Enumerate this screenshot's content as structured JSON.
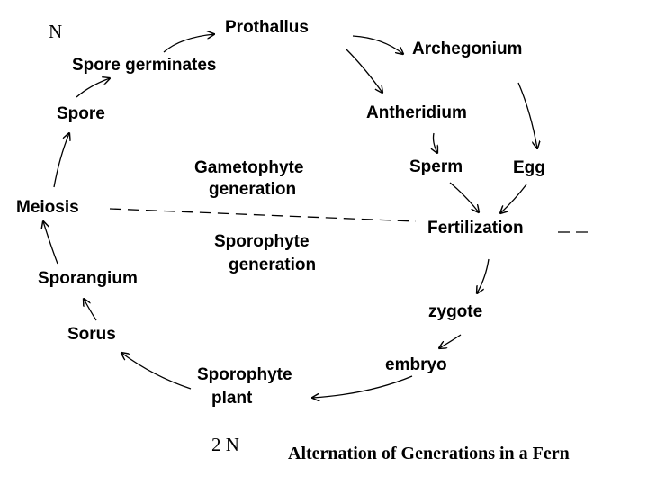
{
  "ploidy": {
    "top": "N",
    "bottom": "2 N"
  },
  "stages": {
    "prothallus": "Prothallus",
    "archegonium": "Archegonium",
    "antheridium": "Antheridium",
    "sperm": "Sperm",
    "egg": "Egg",
    "fertilization": "Fertilization",
    "zygote": "zygote",
    "embryo": "embryo",
    "sporophyte_plant_line1": "Sporophyte",
    "sporophyte_plant_line2": "plant",
    "sorus": "Sorus",
    "sporangium": "Sporangium",
    "meiosis": "Meiosis",
    "spore": "Spore",
    "spore_germinates": "Spore germinates"
  },
  "generations": {
    "gametophyte_line1": "Gametophyte",
    "gametophyte_line2": "generation",
    "sporophyte_line1": "Sporophyte",
    "sporophyte_line2": "generation"
  },
  "caption": "Alternation of Generations in a Fern",
  "colors": {
    "ink": "#000000",
    "background": "#ffffff"
  }
}
